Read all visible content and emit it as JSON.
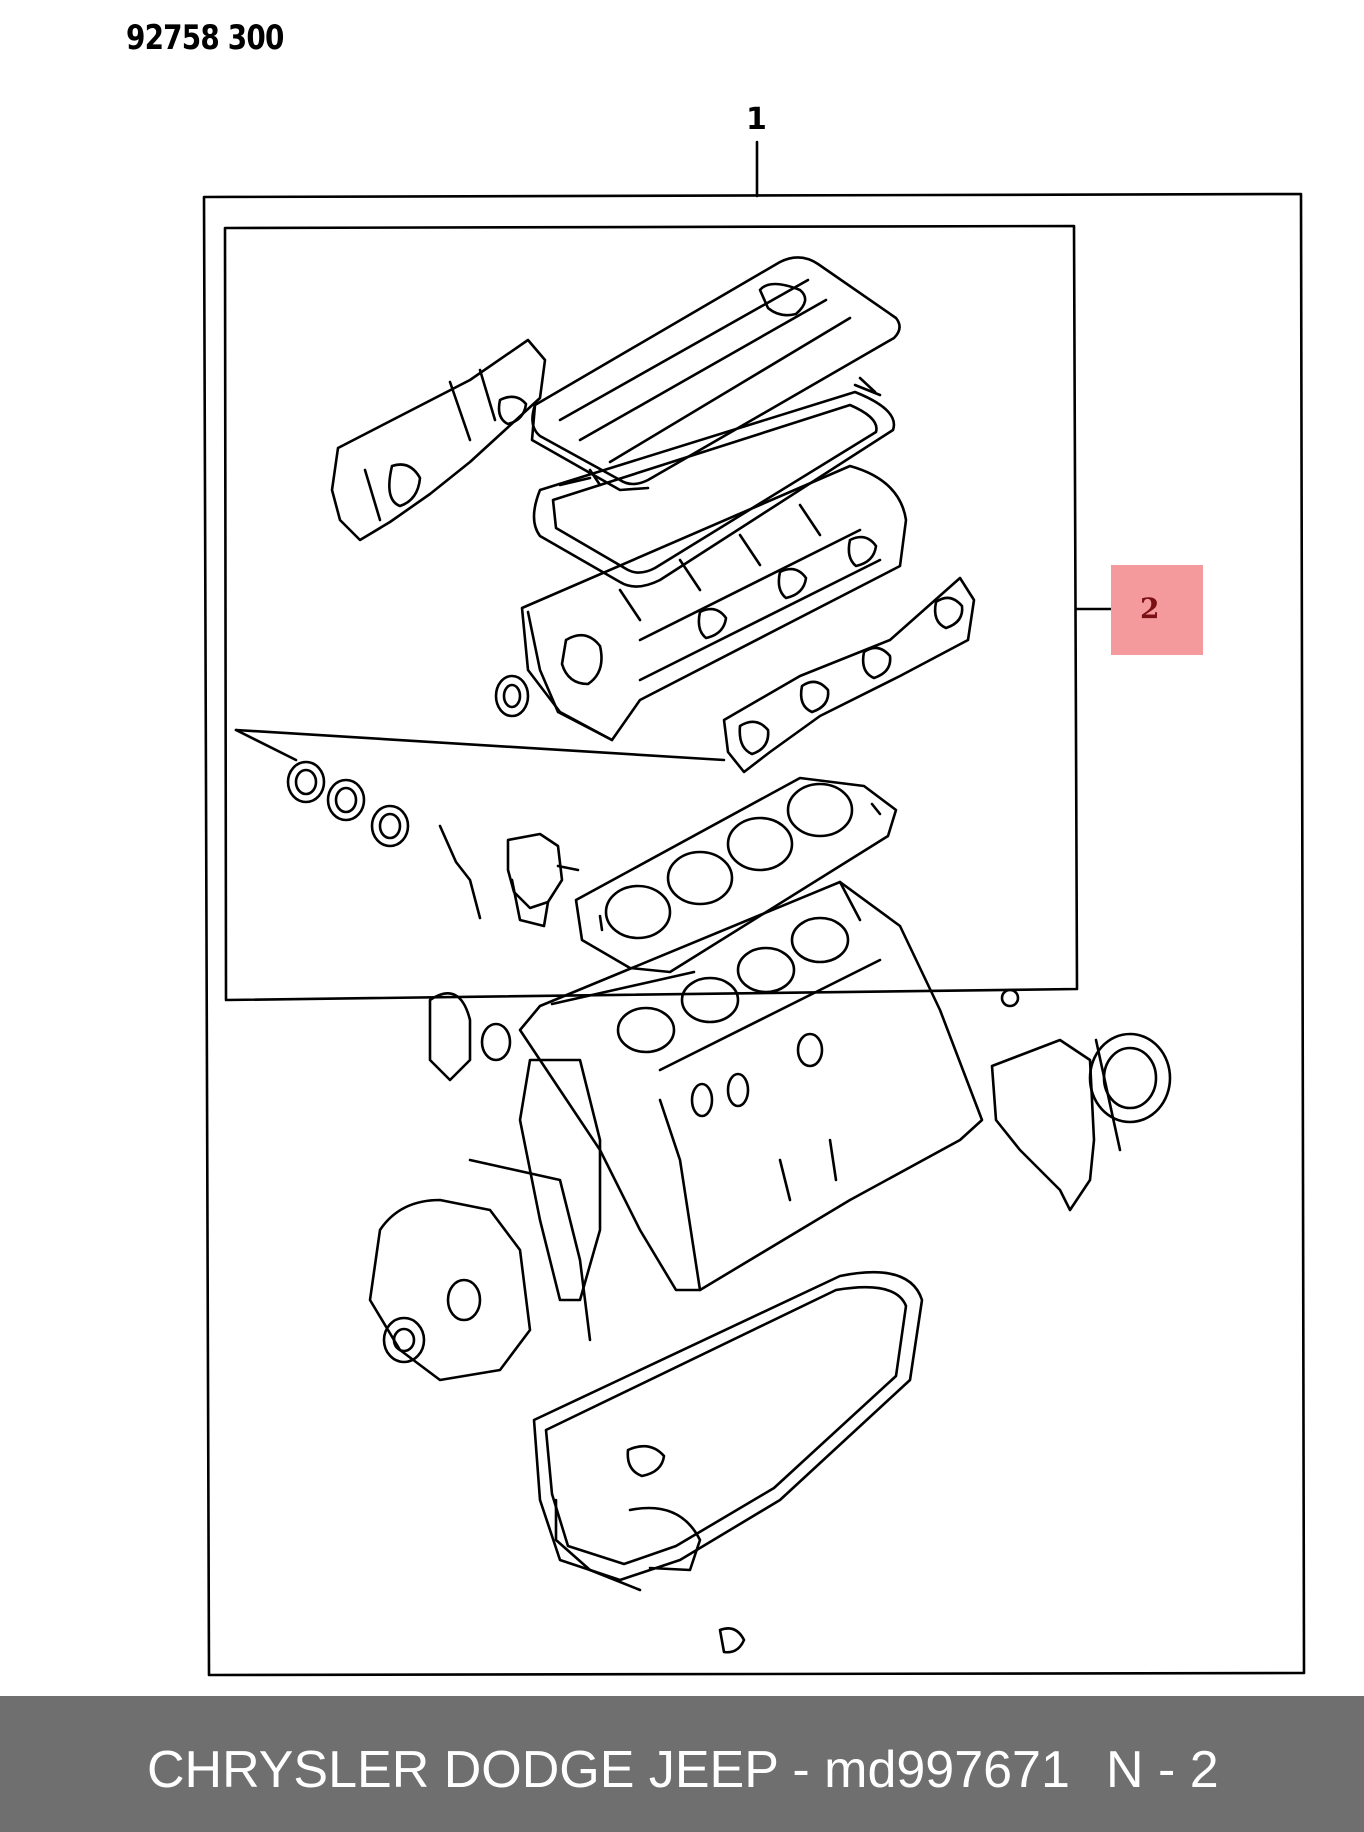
{
  "diagram": {
    "code": "92758 300",
    "callouts": {
      "assembly": "1",
      "upper_set": "2"
    },
    "colors": {
      "highlight": "#f4999c",
      "highlight_text": "#7a0f14",
      "line": "#000000"
    }
  },
  "footer": {
    "title": "CHRYSLER DODGE JEEP - md997671",
    "page": "N - 2",
    "background": "#6f6f6f"
  }
}
